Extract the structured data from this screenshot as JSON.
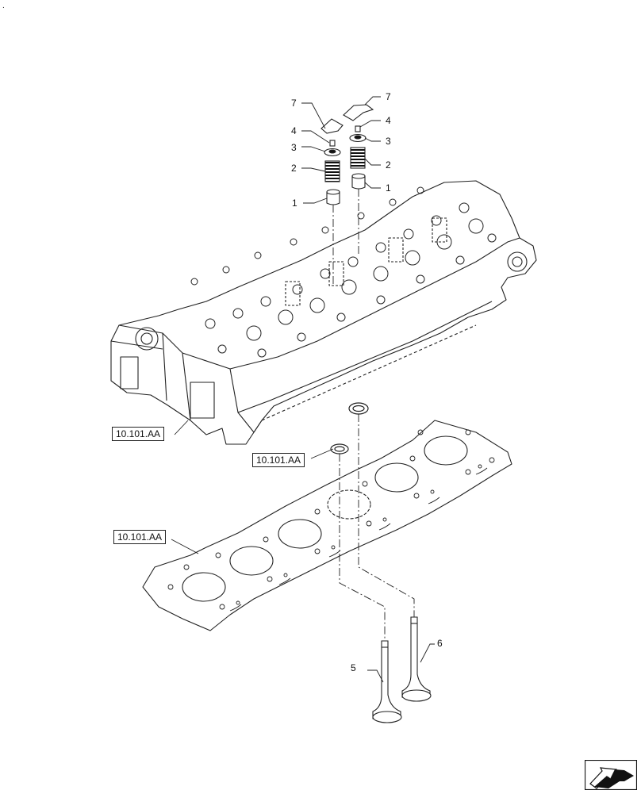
{
  "corner_mark": ".",
  "callouts": {
    "c1_left": "1",
    "c1_right": "1",
    "c2_left": "2",
    "c2_right": "2",
    "c3_left": "3",
    "c3_right": "3",
    "c4_left": "4",
    "c4_right": "4",
    "c7_left": "7",
    "c7_right": "7",
    "c5": "5",
    "c6": "6"
  },
  "references": {
    "ref_head": "10.101.AA",
    "ref_seal": "10.101.AA",
    "ref_gasket": "10.101.AA"
  },
  "icons": {
    "nav": "next-page-arrow-icon"
  }
}
